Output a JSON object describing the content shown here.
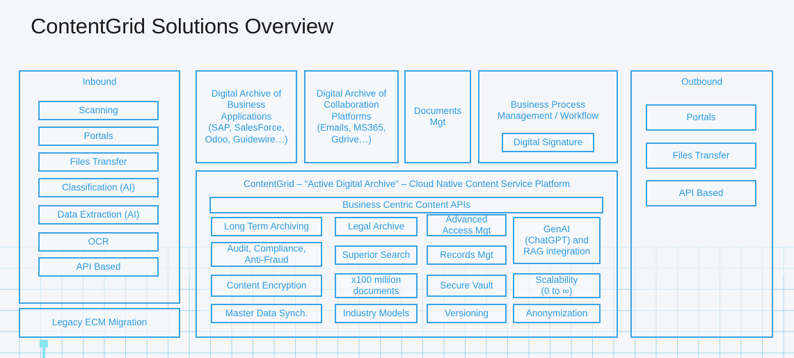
{
  "page": {
    "title": "ContentGrid Solutions Overview",
    "accent_color": "#3BA3E3",
    "text_color": "#2E9BE0",
    "title_color": "#1b1b1b",
    "background_color": "#f4f6f9",
    "grid_line_color": "#78bee6",
    "connector_color": "#86E3EC"
  },
  "inbound": {
    "title": "Inbound",
    "items": [
      {
        "label": "Scanning"
      },
      {
        "label": "Portals"
      },
      {
        "label": "Files Transfer"
      },
      {
        "label": "Classification (AI)"
      },
      {
        "label": "Data Extraction (AI)"
      },
      {
        "label": "OCR"
      },
      {
        "label": "API Based"
      }
    ]
  },
  "legacy": {
    "label": "Legacy ECM Migration"
  },
  "top_row": [
    {
      "name": "digital-archive-business-applications",
      "label": "Digital Archive of\nBusiness\nApplications\n(SAP, SalesForce,\nOdoo, Guidewire…)"
    },
    {
      "name": "digital-archive-collaboration-platforms",
      "label": "Digital Archive of\nCollaboration\nPlatforms\n(Emails, MS365,\nGdrive…)"
    },
    {
      "name": "documents-mgt",
      "label": "Documents\nMgt"
    },
    {
      "name": "business-process-management-workflow",
      "label": "Business Process\nManagement / Workflow"
    }
  ],
  "digital_signature": {
    "label": "Digital Signature"
  },
  "contentgrid": {
    "title": "ContentGrid – “Active Digital Archive” – Cloud Native Content Service Platform",
    "api_bar": "Business Centric Content APIs",
    "features": [
      {
        "name": "long-term-archiving",
        "label": "Long Term Archiving"
      },
      {
        "name": "legal-archive",
        "label": "Legal Archive"
      },
      {
        "name": "advanced-access-mgt",
        "label": "Advanced\nAccess Mgt"
      },
      {
        "name": "genai-chatgpt-rag",
        "label": "GenAI\n(ChatGPT) and\nRAG integration"
      },
      {
        "name": "audit-compliance-anti-fraud",
        "label": "Audit, Compliance,\nAnti-Fraud"
      },
      {
        "name": "superior-search",
        "label": "Superior Search"
      },
      {
        "name": "records-mgt",
        "label": "Records Mgt"
      },
      {
        "name": "content-encryption",
        "label": "Content Encryption"
      },
      {
        "name": "x100-million-documents",
        "label": "x100 miliion\ndocuments"
      },
      {
        "name": "secure-vault",
        "label": "Secure Vault"
      },
      {
        "name": "scalability",
        "label": "Scalability\n(0 to ∞)"
      },
      {
        "name": "master-data-synch",
        "label": "Master Data Synch."
      },
      {
        "name": "industry-models",
        "label": "Industry Models"
      },
      {
        "name": "versioning",
        "label": "Versioning"
      },
      {
        "name": "anonymization",
        "label": "Anonymization"
      }
    ]
  },
  "outbound": {
    "title": "Outbound",
    "items": [
      {
        "label": "Portals"
      },
      {
        "label": "Files Transfer"
      },
      {
        "label": "API Based"
      }
    ]
  }
}
